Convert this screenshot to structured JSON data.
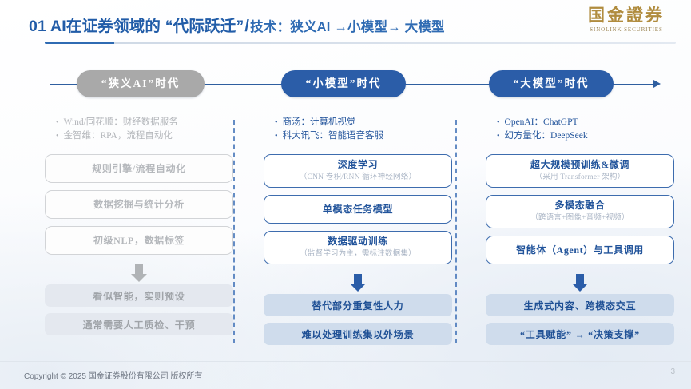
{
  "header": {
    "title_main": "01 AI在证券领域的 “代际跃迁”",
    "title_slash": "/",
    "title_sub": "技术：狭义AI →小模型→ 大模型",
    "logo_cn": "国金證券",
    "logo_en": "SINOLINK SECURITIES"
  },
  "timeline": {
    "stages": [
      {
        "label": "“狭义AI”时代",
        "color": "#a9a9a9"
      },
      {
        "label": "“小模型”时代",
        "color": "#2b5da8"
      },
      {
        "label": "“大模型”时代",
        "color": "#2b5da8"
      }
    ]
  },
  "columns": [
    {
      "id": "narrow-ai",
      "bullets": [
        "Wind/同花顺：财经数据服务",
        "金智维：RPA，流程自动化"
      ],
      "boxes": [
        {
          "main": "规则引擎/流程自动化",
          "sub": ""
        },
        {
          "main": "数据挖掘与统计分析",
          "sub": ""
        },
        {
          "main": "初级NLP，数据标签",
          "sub": ""
        }
      ],
      "results": [
        "看似智能，实则预设",
        "通常需要人工质检、干预"
      ]
    },
    {
      "id": "small-model",
      "bullets": [
        "商汤：计算机视觉",
        "科大讯飞：智能语音客服"
      ],
      "boxes": [
        {
          "main": "深度学习",
          "sub": "（CNN 卷积/RNN 循环神经网络）"
        },
        {
          "main": "单模态任务模型",
          "sub": ""
        },
        {
          "main": "数据驱动训练",
          "sub": "（监督学习为主，需标注数据集）"
        }
      ],
      "results": [
        "替代部分重复性人力",
        "难以处理训练集以外场景"
      ]
    },
    {
      "id": "large-model",
      "bullets": [
        "OpenAI：ChatGPT",
        "幻方量化：DeepSeek"
      ],
      "boxes": [
        {
          "main": "超大规模预训练&微调",
          "sub": "（采用 Transformer 架构）"
        },
        {
          "main": "多模态融合",
          "sub": "（跨语言+图像+音频+视频）"
        },
        {
          "main": "智能体（Agent）与工具调用",
          "sub": ""
        }
      ],
      "results": [
        "生成式内容、跨模态交互",
        "“工具赋能” → “决策支撑”"
      ]
    }
  ],
  "footer": {
    "copyright": "Copyright © 2025 国金证券股份有限公司 版权所有",
    "page_number": "3"
  },
  "colors": {
    "brand_blue": "#2b5da8",
    "muted_gray": "#a9a9a9",
    "logo_gold": "#b08c3e"
  }
}
